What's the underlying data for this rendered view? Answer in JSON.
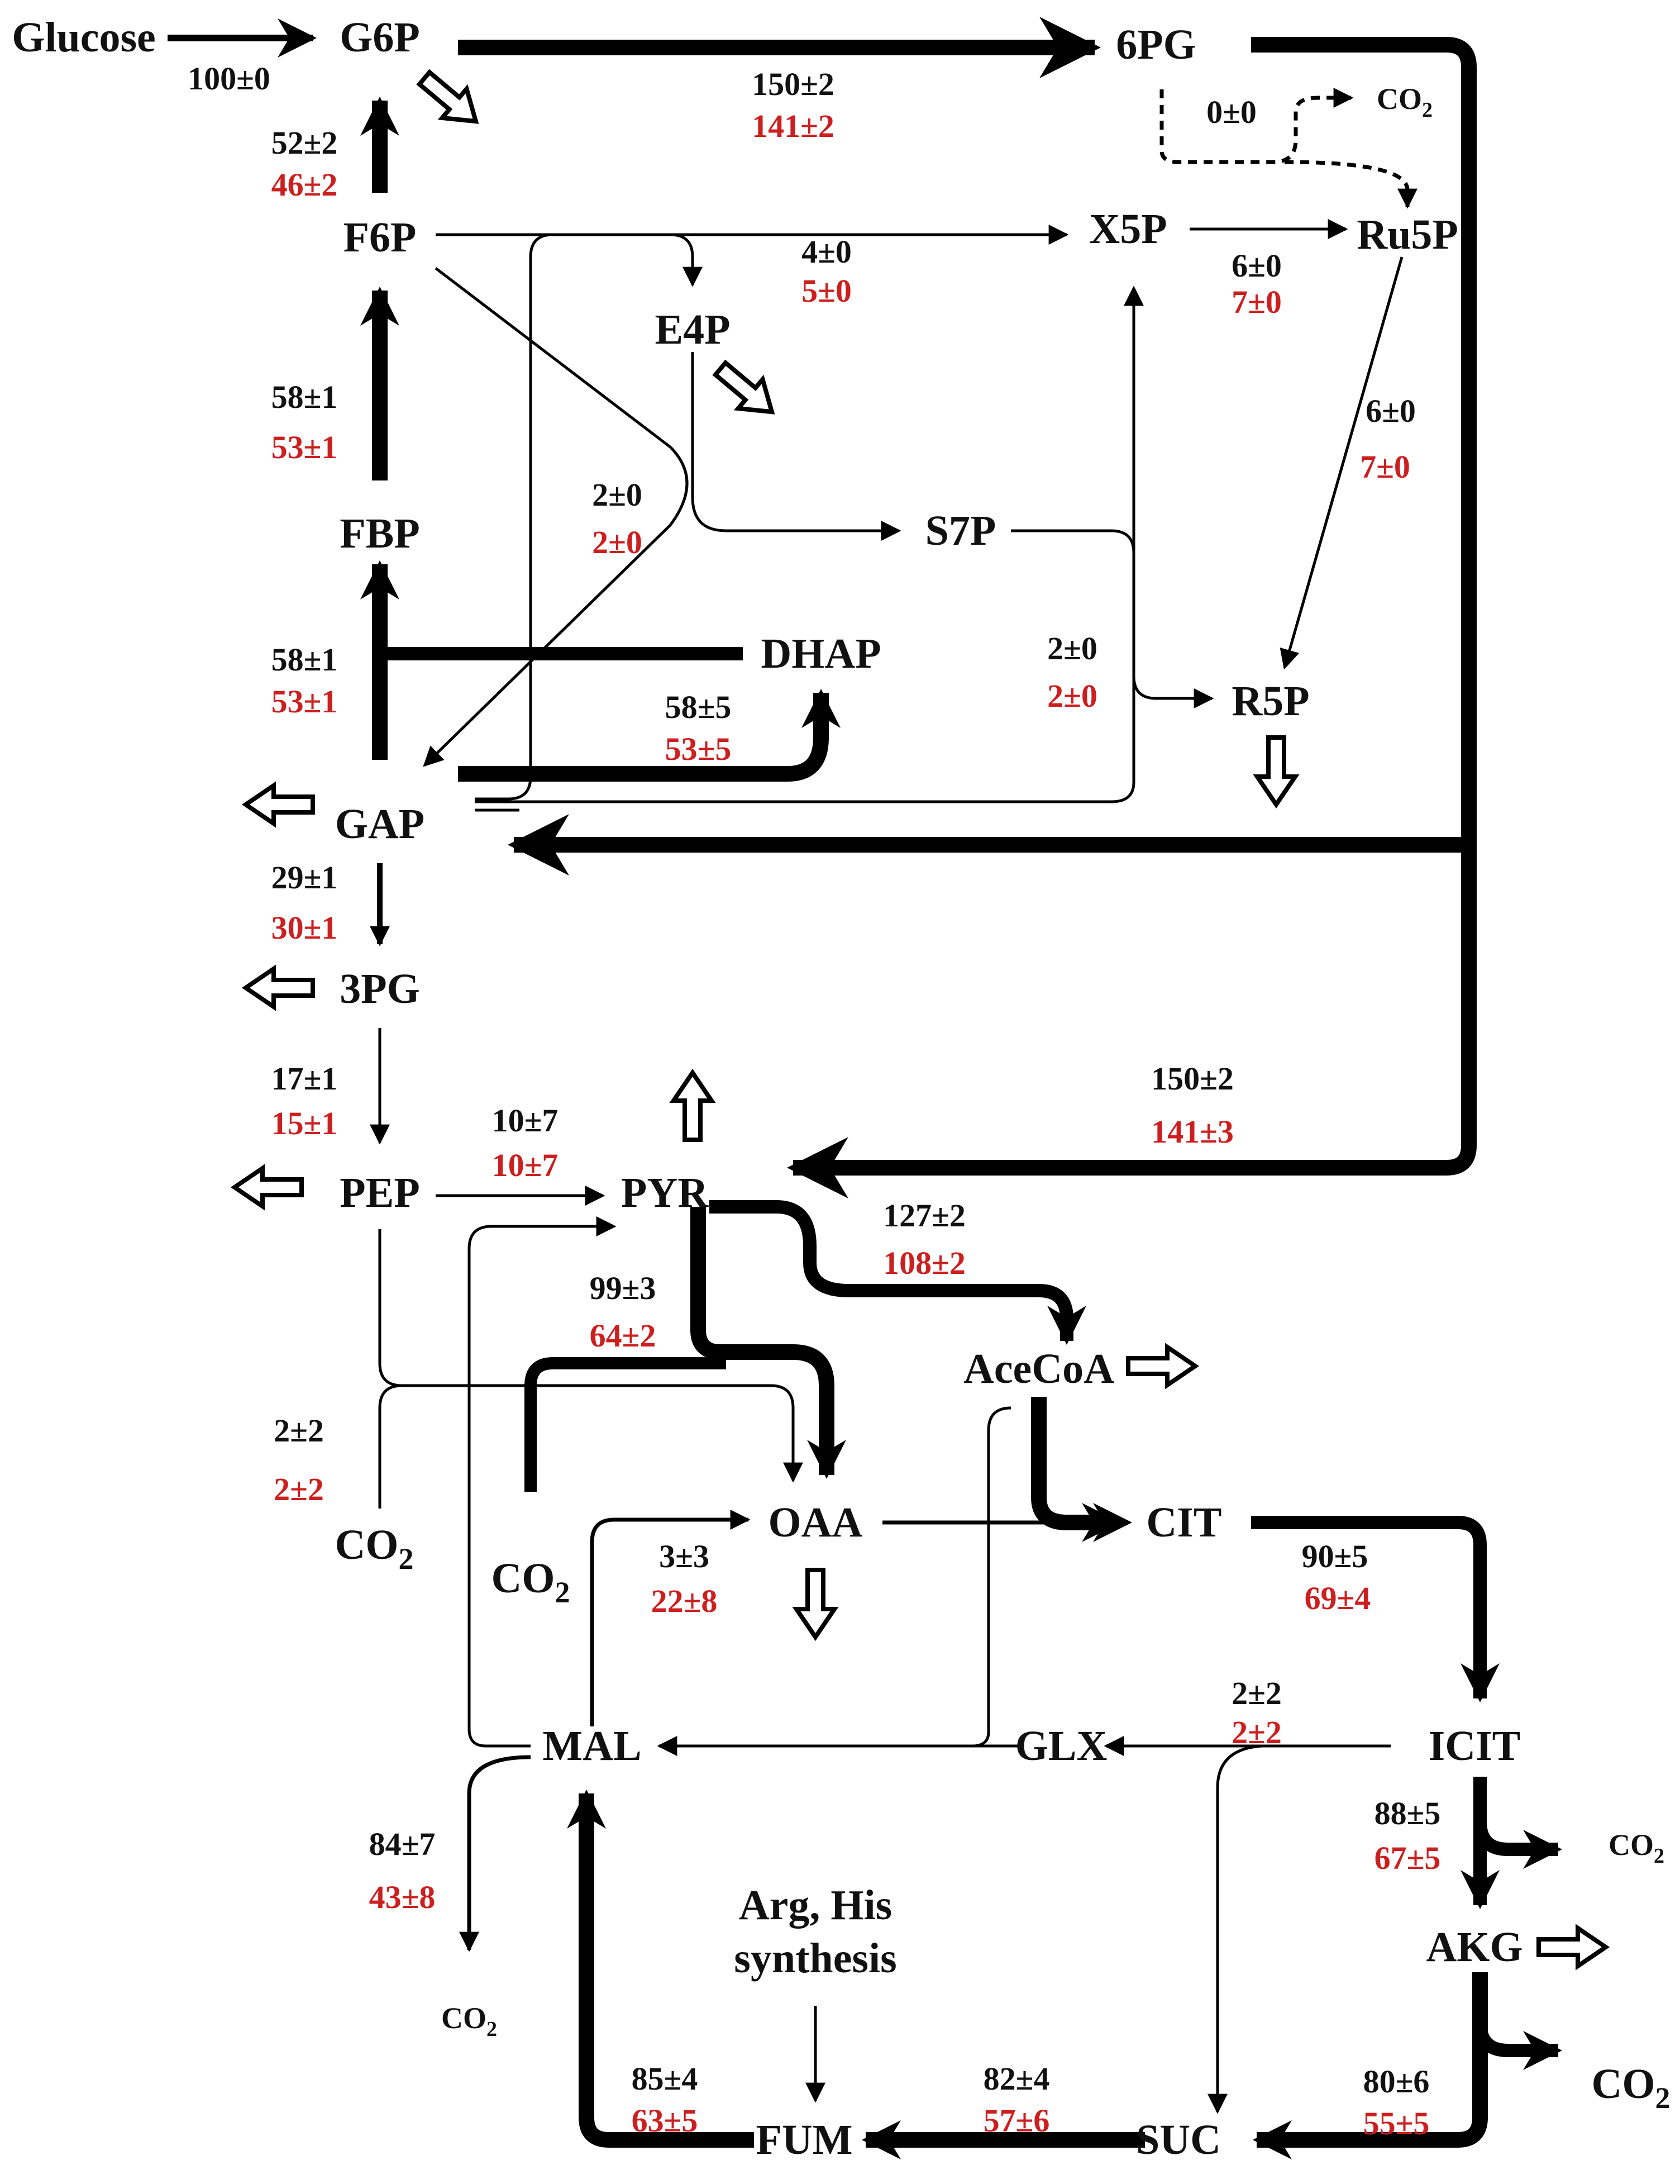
{
  "colors": {
    "black_value": "#111111",
    "red_value": "#cc1f1f",
    "line": "#000000",
    "background": "#ffffff"
  },
  "metabolites": {
    "glucose": "Glucose",
    "g6p": "G6P",
    "pg6": "6PG",
    "f6p": "F6P",
    "x5p": "X5P",
    "ru5p": "Ru5P",
    "e4p": "E4P",
    "fbp": "FBP",
    "s7p": "S7P",
    "dhap": "DHAP",
    "r5p": "R5P",
    "gap": "GAP",
    "pg3": "3PG",
    "pep": "PEP",
    "pyr": "PYR",
    "acecoa": "AceCoA",
    "oaa": "OAA",
    "cit": "CIT",
    "mal": "MAL",
    "glx": "GLX",
    "icit": "ICIT",
    "akg": "AKG",
    "suc": "SUC",
    "fum": "FUM",
    "co2": "CO",
    "co2_sub": "2",
    "arg_his_1": "Arg, His",
    "arg_his_2": "synthesis"
  },
  "fluxes": {
    "glucose_g6p": {
      "black": "100±0"
    },
    "g6p_6pg": {
      "black": "150±2",
      "red": "141±2"
    },
    "ox_co2": {
      "black": "0±0"
    },
    "f6p_g6p": {
      "black": "52±2",
      "red": "46±2"
    },
    "tk_f6p_x5p": {
      "black": "4±0",
      "red": "5±0"
    },
    "x5p_ru5p": {
      "black": "6±0",
      "red": "7±0"
    },
    "ru5p_r5p": {
      "black": "6±0",
      "red": "7±0"
    },
    "fbp_f6p": {
      "black": "58±1",
      "red": "53±1"
    },
    "ta_f6p_gap": {
      "black": "2±0",
      "red": "2±0"
    },
    "gap_fbp": {
      "black": "58±1",
      "red": "53±1"
    },
    "gap_dhap": {
      "black": "58±5",
      "red": "53±5"
    },
    "s7p_r5p": {
      "black": "2±0",
      "red": "2±0"
    },
    "gap_3pg": {
      "black": "29±1",
      "red": "30±1"
    },
    "pg3_pep": {
      "black": "17±1",
      "red": "15±1"
    },
    "pep_pyr": {
      "black": "10±7",
      "red": "10±7"
    },
    "edd_pyr": {
      "black": "150±2",
      "red": "141±3"
    },
    "pyr_acecoa": {
      "black": "127±2",
      "red": "108±2"
    },
    "pyr_oaa": {
      "black": "99±3",
      "red": "64±2"
    },
    "pep_oaa": {
      "black": "2±2",
      "red": "2±2"
    },
    "mal_oaa": {
      "black": "3±3",
      "red": "22±8"
    },
    "cit_icit": {
      "black": "90±5",
      "red": "69±4"
    },
    "icit_glx": {
      "black": "2±2",
      "red": "2±2"
    },
    "icit_akg": {
      "black": "88±5",
      "red": "67±5"
    },
    "mal_co2": {
      "black": "84±7",
      "red": "43±8"
    },
    "akg_suc": {
      "black": "80±6",
      "red": "55±5"
    },
    "suc_fum": {
      "black": "82±4",
      "red": "57±6"
    },
    "fum_mal": {
      "black": "85±4",
      "red": "63±5"
    }
  }
}
